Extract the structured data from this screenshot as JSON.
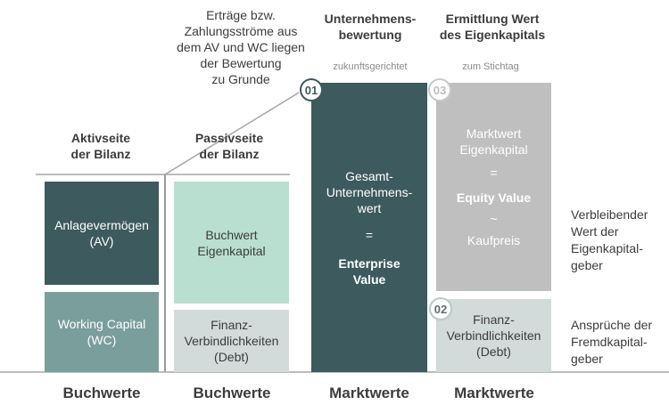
{
  "top_note": "Erträge bzw.\nZahlungsströme aus\ndem AV und WC liegen\nder Bewertung\nzu Grunde",
  "header_unternehmensbewertung": "Unternehmens-\nbewertung",
  "header_ermittlung": "Ermittlung Wert\ndes Eigenkapitals",
  "sub_zukunftsgerichtet": "zukunftsgerichtet",
  "sub_stichtag": "zum Stichtag",
  "aktivseite": "Aktivseite\nder Bilanz",
  "passivseite": "Passivseite\nder Bilanz",
  "av_box": "Anlagevermögen\n(AV)",
  "wc_box": "Working Capital\n(WC)",
  "buchwert_ek_box": "Buchwert\nEigenkapital",
  "fv_box_left": "Finanz-\nVerbindlichkeiten\n(Debt)",
  "ev_box": {
    "line1": "Gesamt-\nUnternehmens-\nwert",
    "eq": "=",
    "line2": "Enterprise\nValue"
  },
  "mw_ek_box": {
    "line1": "Marktwert\nEigenkapital",
    "eq": "=",
    "line2": "Equity Value",
    "approx": "~",
    "line3": "Kaufpreis"
  },
  "fv_box_right": "Finanz-\nVerbindlichkeiten\n(Debt)",
  "badges": {
    "b1": "01",
    "b2": "02",
    "b3": "03"
  },
  "side_labels": {
    "verbleibender": "Verbleibender\nWert der\nEigenkapital-\ngeber",
    "ansprueche": "Ansprüche der\nFremdkapital-\ngeber"
  },
  "footer": {
    "col1": "Buchwerte",
    "col2": "Buchwerte",
    "col3": "Marktwerte",
    "col4": "Marktwerte"
  },
  "colors": {
    "dark_teal": "#3d5a5e",
    "mid_teal": "#7a9e9c",
    "light_green": "#b9dfd0",
    "light_gray": "#d2dbd9",
    "gray_box": "#bfbfbf",
    "line_gray": "#a6a6a6"
  }
}
